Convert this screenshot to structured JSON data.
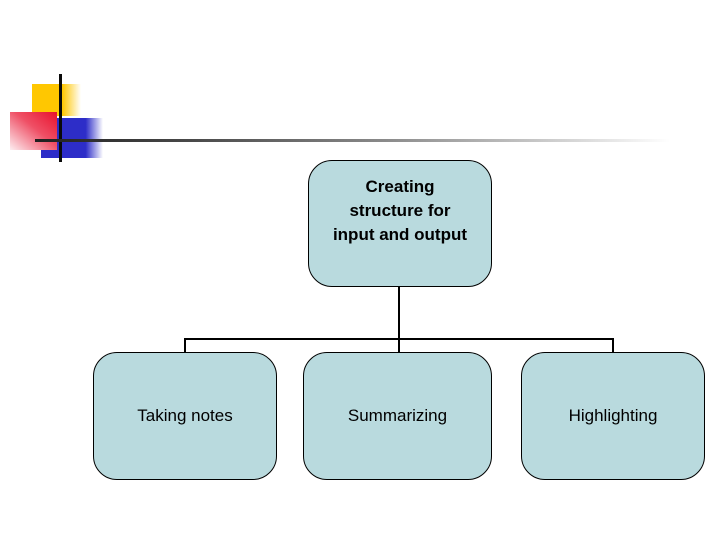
{
  "diagram": {
    "root": {
      "label": "Creating structure for input and output",
      "lines": [
        "Creating",
        "structure for",
        "input and output"
      ]
    },
    "children": [
      {
        "label": "Taking notes"
      },
      {
        "label": "Summarizing"
      },
      {
        "label": "Highlighting"
      }
    ],
    "colors": {
      "node_fill": "#b9dade",
      "node_border": "#000000",
      "node_text": "#000000",
      "connector": "#000000"
    }
  },
  "decoration": {
    "yellow_square": "#ffc701",
    "red_square": "#e8112d",
    "blue_square": "#2d2dc8",
    "vertical_line": "#0a0a0a",
    "horizontal_rule_start": "#1f1f1f"
  }
}
